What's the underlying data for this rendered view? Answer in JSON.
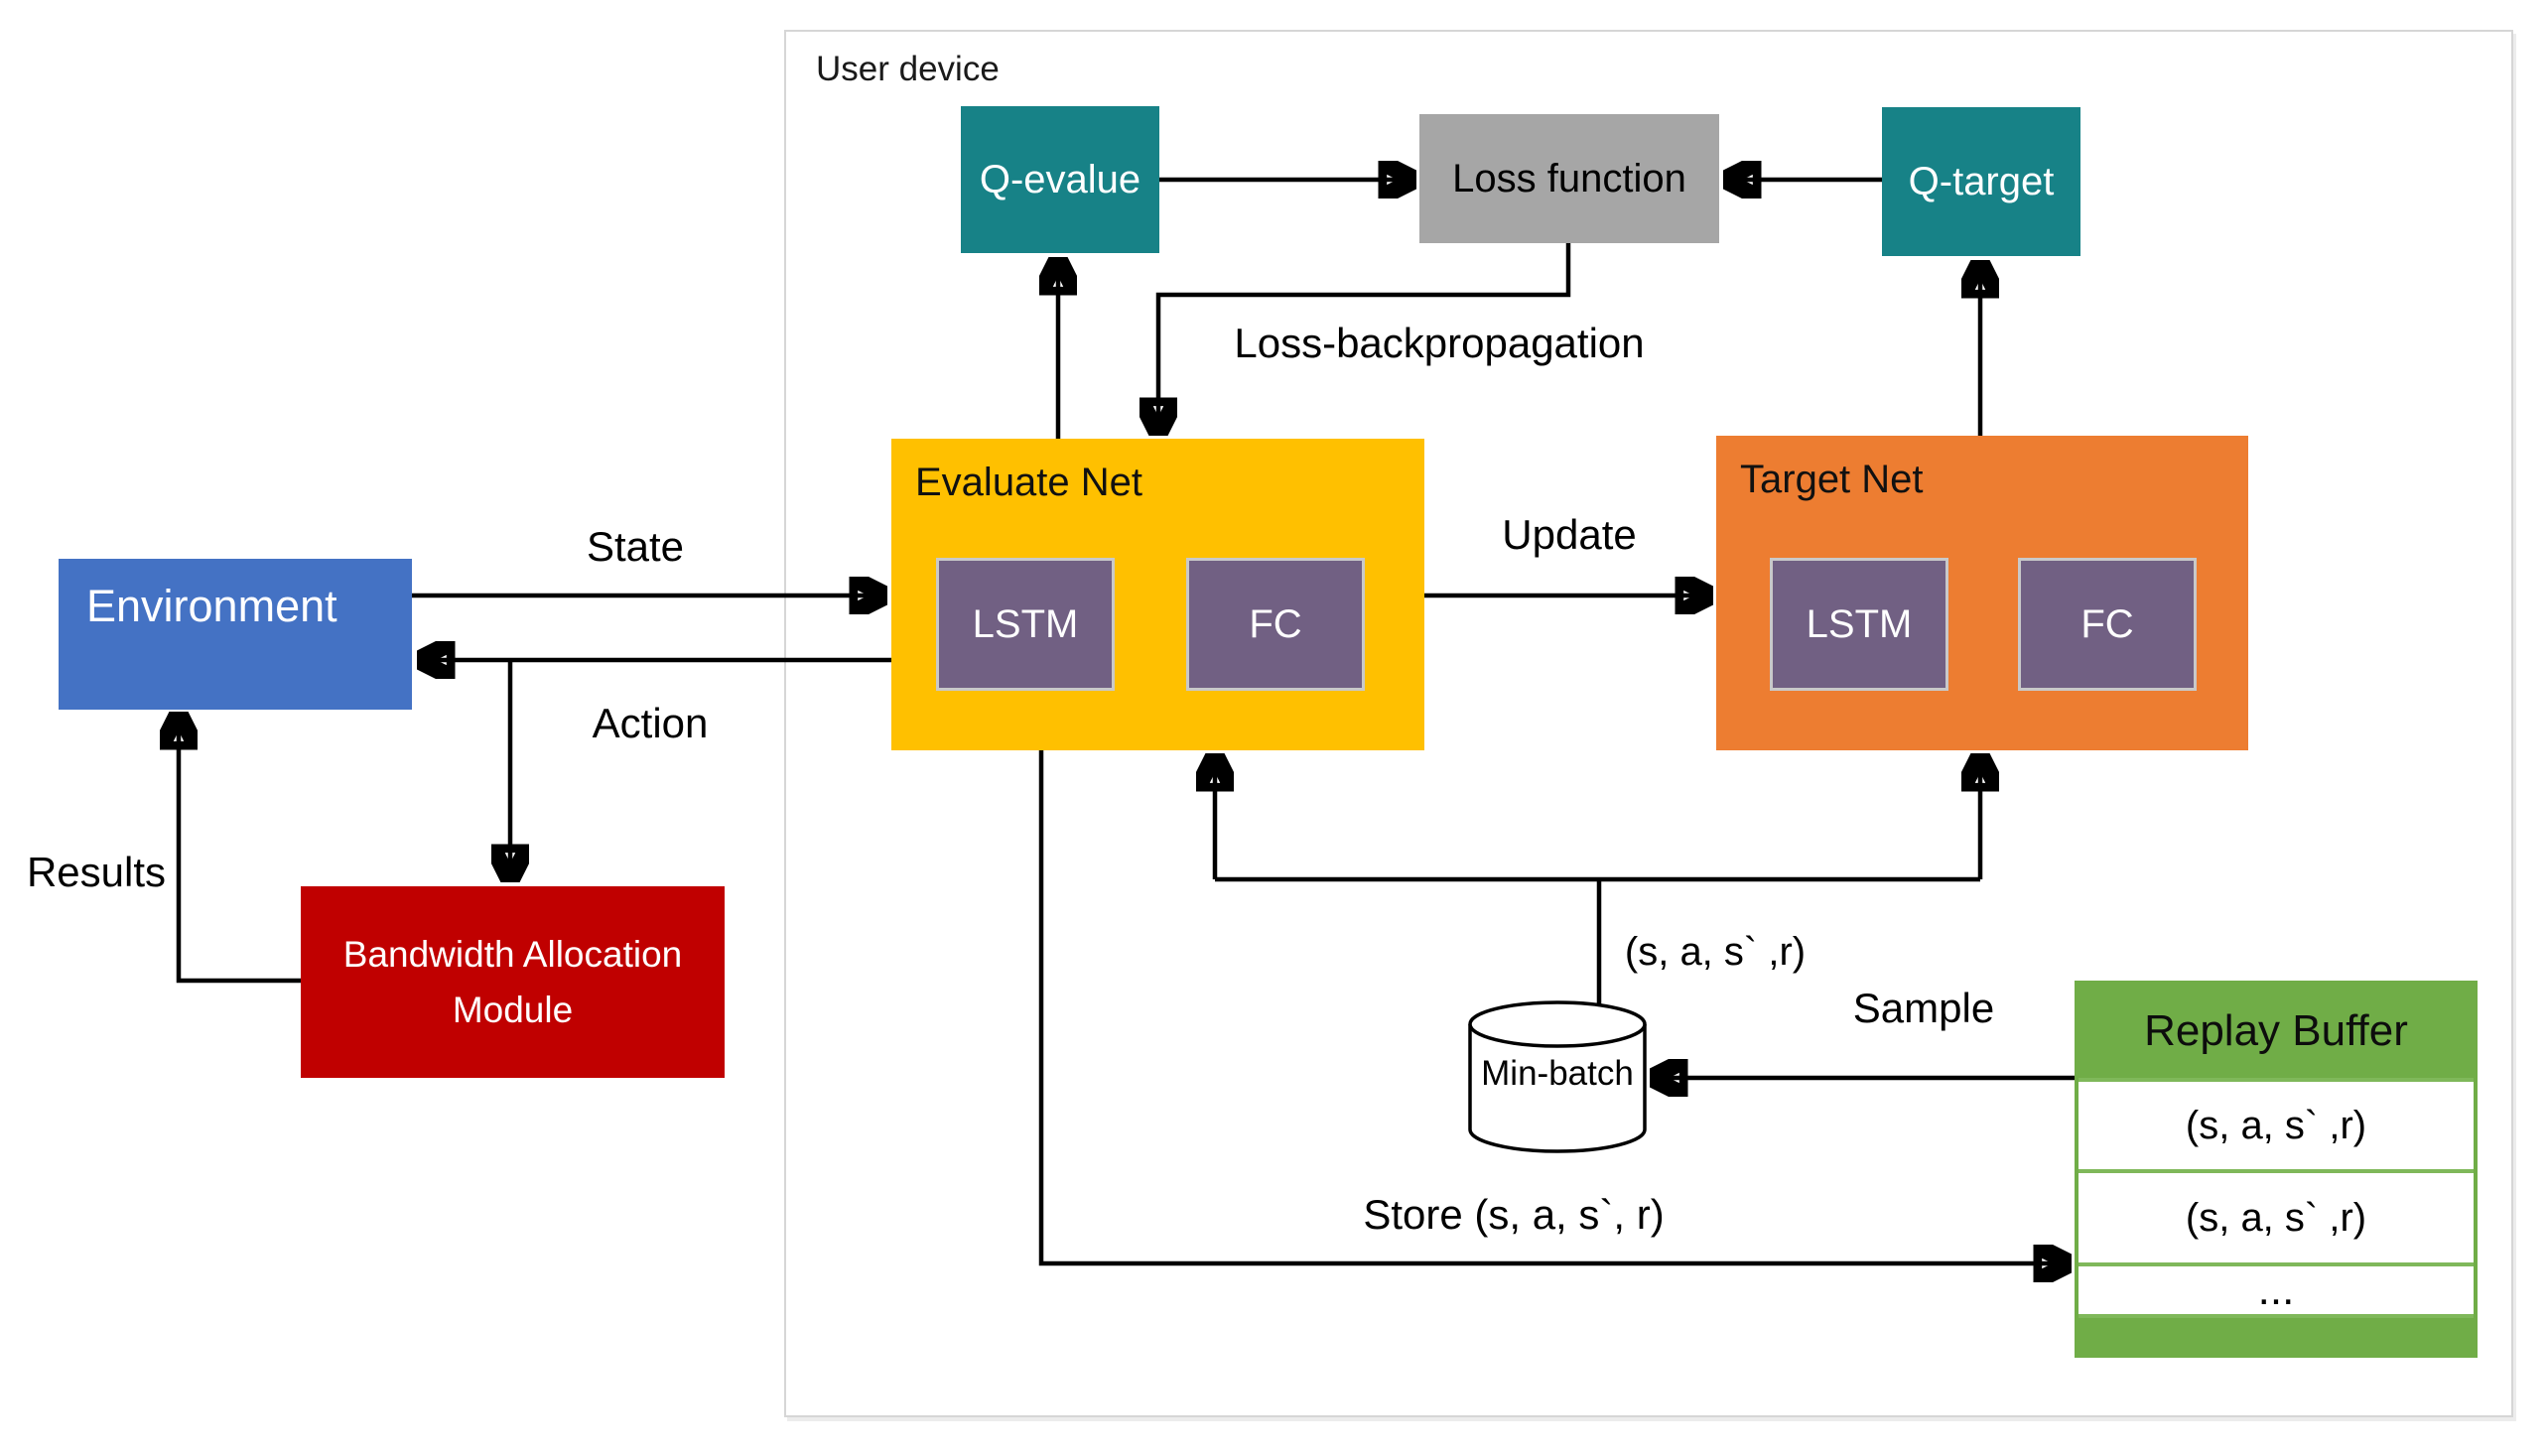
{
  "user_device": {
    "label": "User device"
  },
  "nodes": {
    "environment": {
      "label": "Environment",
      "color": "#4472c4"
    },
    "bandwidth_module": {
      "line1": "Bandwidth Allocation",
      "line2": "Module",
      "color": "#c00000"
    },
    "q_evalue": {
      "label": "Q-evalue",
      "color": "#178287"
    },
    "loss_function": {
      "label": "Loss function",
      "color": "#a6a6a6"
    },
    "q_target": {
      "label": "Q-target",
      "color": "#178287"
    },
    "evaluate_net": {
      "label": "Evaluate Net",
      "color": "#ffc000",
      "lstm_label": "LSTM",
      "fc_label": "FC",
      "inner_color": "#716083"
    },
    "target_net": {
      "label": "Target Net",
      "color": "#ed7d31",
      "lstm_label": "LSTM",
      "fc_label": "FC",
      "inner_color": "#716083"
    },
    "min_batch": {
      "label": "Min-batch"
    },
    "replay_buffer": {
      "label": "Replay Buffer",
      "color": "#70ad47",
      "rows": [
        "(s, a, s` ,r)",
        "(s, a, s` ,r)",
        "..."
      ]
    }
  },
  "edge_labels": {
    "state": "State",
    "action": "Action",
    "results": "Results",
    "loss_backprop": "Loss-backpropagation",
    "update": "Update",
    "transition": "(s, a, s` ,r)",
    "sample": "Sample",
    "store": "Store (s, a, s`, r)"
  },
  "colors": {
    "line": "#000000",
    "frame_border": "#d6d6d6"
  }
}
